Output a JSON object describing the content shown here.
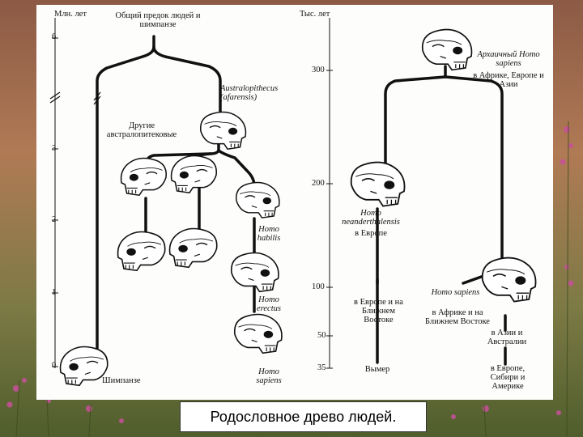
{
  "left_axis": {
    "title": "Млн. лет",
    "ticks": [
      "6",
      "3",
      "2",
      "1",
      "0"
    ]
  },
  "right_axis": {
    "title": "Тыс. лет",
    "ticks": [
      "300",
      "200",
      "100",
      "50",
      "35"
    ]
  },
  "left_tree": {
    "common_ancestor": "Общий предок людей и шимпанзе",
    "australopithecus": "Australopithecus (afarensis)",
    "other_australopithecines": "Другие австралопитековые",
    "homo_habilis": "Homo habilis",
    "homo_erectus": "Homo erectus",
    "homo_sapiens": "Homo sapiens",
    "chimpanzee": "Шимпанзе"
  },
  "right_tree": {
    "archaic_sapiens_name": "Архаичный Homo sapiens",
    "archaic_sapiens_place": "в Африке, Европе и Азии",
    "neanderthal_name": "Homo neanderthalensis",
    "neanderthal_place": "в Европе",
    "neanderthal_near_east": "в Европе и на Ближнем Востоке",
    "sapiens_name": "Homo sapiens",
    "sapiens_place": "в Африке и на Ближнем Востоке",
    "asia_australia": "в Азии и Австралии",
    "extinct": "Вымер",
    "europe_siberia_america": "в Европе, Сибири и Америке"
  },
  "caption": "Родословное древо людей.",
  "colors": {
    "panel": "#fdfdfc",
    "ink": "#111111",
    "background_top": "#8c5a45",
    "background_bottom": "#6b7a3a"
  }
}
